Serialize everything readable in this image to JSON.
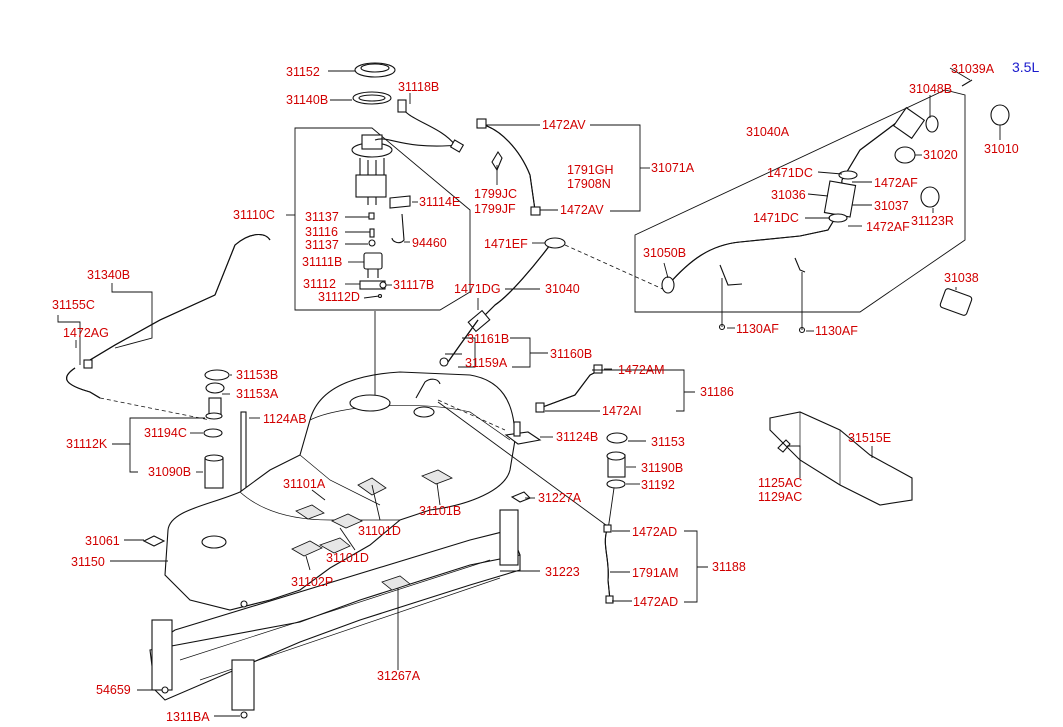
{
  "variant_tag": "3.5L",
  "labels": {
    "p31152": "31152",
    "p31140B": "31140B",
    "p31118B": "31118B",
    "p31110C": "31110C",
    "p31137a": "31137",
    "p31116": "31116",
    "p31137b": "31137",
    "p31111B": "31111B",
    "p31112": "31112",
    "p31112D": "31112D",
    "p31114E": "31114E",
    "p94460": "94460",
    "p31117B": "31117B",
    "p1472AVa": "1472AV",
    "p1472AVb": "1472AV",
    "p1791GH": "1791GH",
    "p17908N": "17908N",
    "p1799JC": "1799JC",
    "p1799JF": "1799JF",
    "p31071A": "31071A",
    "p31039A": "31039A",
    "p31048B": "31048B",
    "p31040A": "31040A",
    "p31010": "31010",
    "p31020": "31020",
    "p1471DCa": "1471DC",
    "p1472AFa": "1472AF",
    "p31036": "31036",
    "p31037": "31037",
    "p1471DCb": "1471DC",
    "p31123R": "31123R",
    "p1472AFb": "1472AF",
    "p1471EF": "1471EF",
    "p31050B": "31050B",
    "p31038": "31038",
    "p1471DG": "1471DG",
    "p31040": "31040",
    "p1130AFa": "1130AF",
    "p1130AFb": "1130AF",
    "p31161B": "31161B",
    "p31160B": "31160B",
    "p31159A": "31159A",
    "p31340B": "31340B",
    "p31155C": "31155C",
    "p1472AG": "1472AG",
    "p31153B": "31153B",
    "p31153A": "31153A",
    "p1124AB": "1124AB",
    "p31112K": "31112K",
    "p31194C": "31194C",
    "p31090B": "31090B",
    "p1472AM": "1472AM",
    "p1472AI": "1472AI",
    "p31186": "31186",
    "p31124B": "31124B",
    "p31153": "31153",
    "p31190B": "31190B",
    "p31192": "31192",
    "p31515E": "31515E",
    "p1125AC": "1125AC",
    "p1129AC": "1129AC",
    "p31101Aa": "31101A",
    "p31101B": "31101B",
    "p31227A": "31227A",
    "p31101Da": "31101D",
    "p31101Db": "31101D",
    "p31102P": "31102P",
    "p31061": "31061",
    "p31150": "31150",
    "p1472ADa": "1472AD",
    "p1791AM": "1791AM",
    "p31188": "31188",
    "p1472ADb": "1472AD",
    "p31223": "31223",
    "p31267A": "31267A",
    "p54659": "54659",
    "p1311BA": "1311BA"
  },
  "colors": {
    "label": "#d10000",
    "tag": "#1a1acc",
    "line": "#111111"
  }
}
